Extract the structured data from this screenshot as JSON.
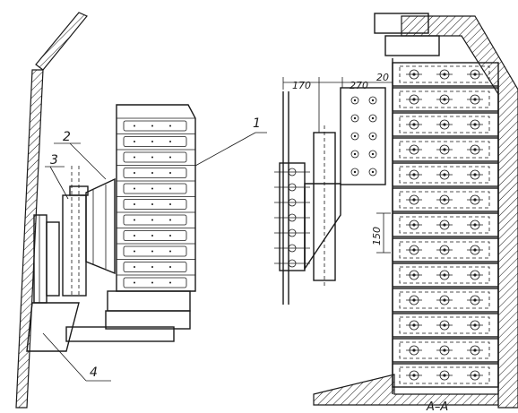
{
  "labels": {
    "part_1": "1",
    "part_2": "2",
    "part_3": "3",
    "part_4": "4"
  },
  "dimensions": {
    "d170": "170",
    "d270": "270",
    "d20": "20",
    "d150": "150"
  },
  "section_label": "A–A"
}
